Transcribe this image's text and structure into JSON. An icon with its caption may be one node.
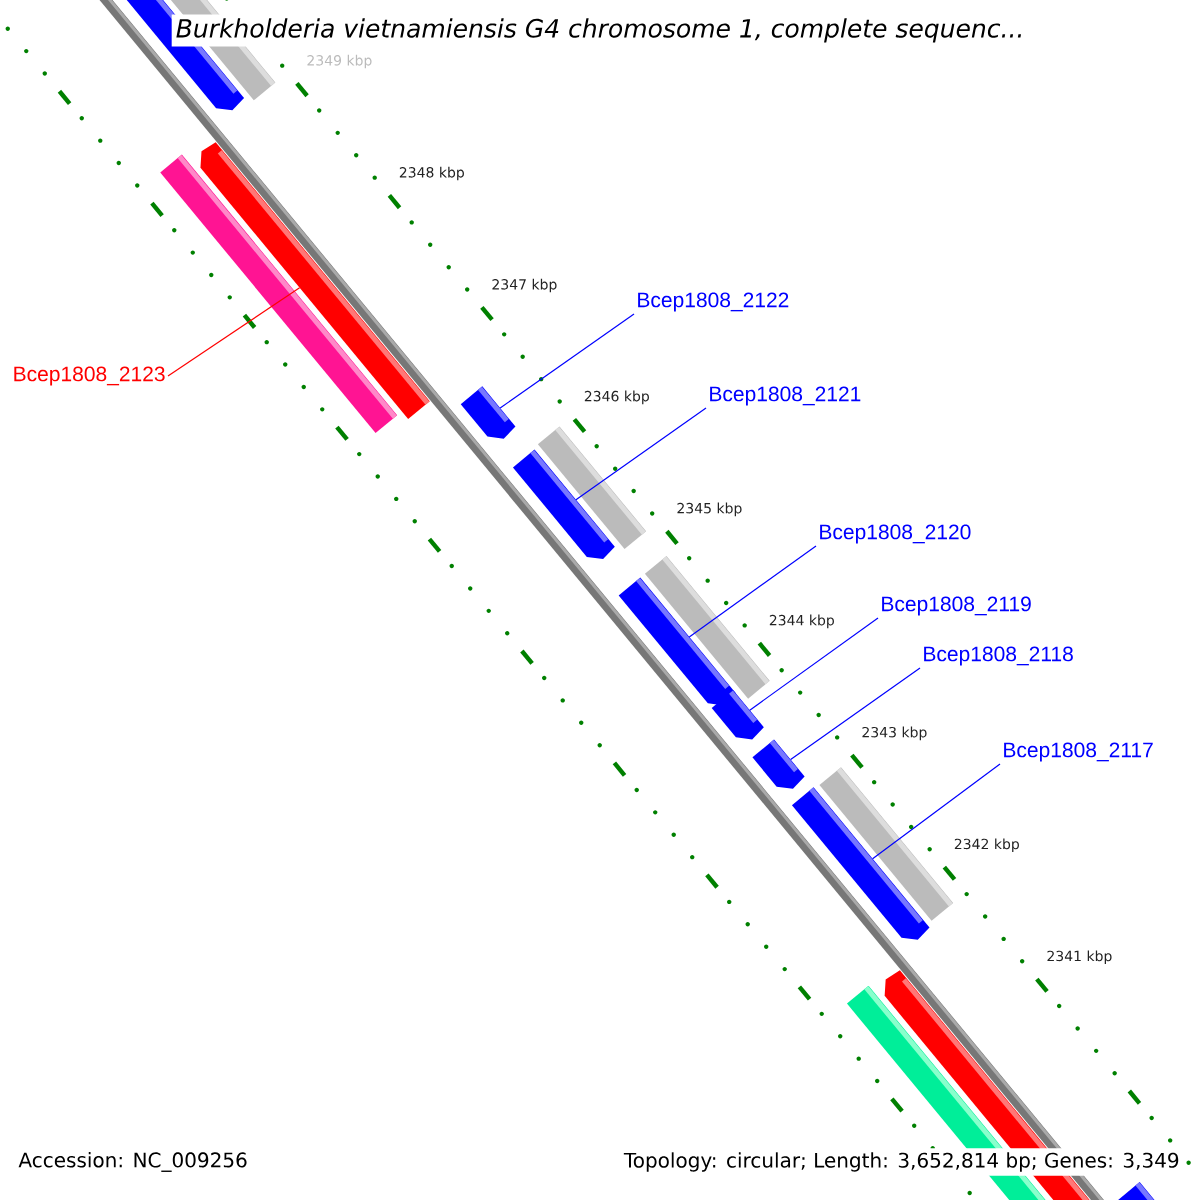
{
  "diagram": {
    "title": "Burkholderia vietnamiensis G4 chromosome 1, complete sequenc...",
    "nodes": [
      {
        "text": [
          "Bcep1808_2122"
        ]
      },
      {
        "text": [
          "Bcep1808_2123"
        ]
      },
      {
        "text": [
          "Bcep1808_2121"
        ]
      },
      {
        "text": [
          "Bcep1808_2120"
        ]
      },
      {
        "text": [
          "Bcep1808_2119"
        ]
      },
      {
        "text": [
          "Bcep1808_2118"
        ]
      },
      {
        "text": [
          "Bcep1808_2117"
        ]
      },
      {
        "text": [],
        "shape": "bar"
      },
      {
        "text": [],
        "shape": "bar"
      },
      {
        "text": [],
        "shape": "bar"
      },
      {
        "text": [],
        "shape": "bar"
      },
      {
        "text": [],
        "shape": "bar"
      },
      {
        "text": [],
        "shape": "bar"
      },
      {
        "text": [],
        "shape": "bar"
      }
    ],
    "edges": [
      {
        "from": 0,
        "to": 7,
        "arrow": "none"
      },
      {
        "from": 1,
        "to": 8,
        "arrow": "none",
        "color": "#ff0000"
      },
      {
        "from": 2,
        "to": 9,
        "arrow": "none"
      },
      {
        "from": 3,
        "to": 10,
        "arrow": "none"
      },
      {
        "from": 4,
        "to": 11,
        "arrow": "none"
      },
      {
        "from": 5,
        "to": 12,
        "arrow": "none"
      },
      {
        "from": 6,
        "to": 13,
        "arrow": "none"
      }
    ],
    "labels": [
      "2349 kbp",
      "2348 kbp",
      "2347 kbp",
      "2346 kbp",
      "2345 kbp",
      "2344 kbp",
      "2343 kbp",
      "2342 kbp",
      "2341 kbp",
      "Accession: NC_009256",
      "Topology: circular; Length: 3,652,814 bp; Genes: 3,349"
    ]
  }
}
